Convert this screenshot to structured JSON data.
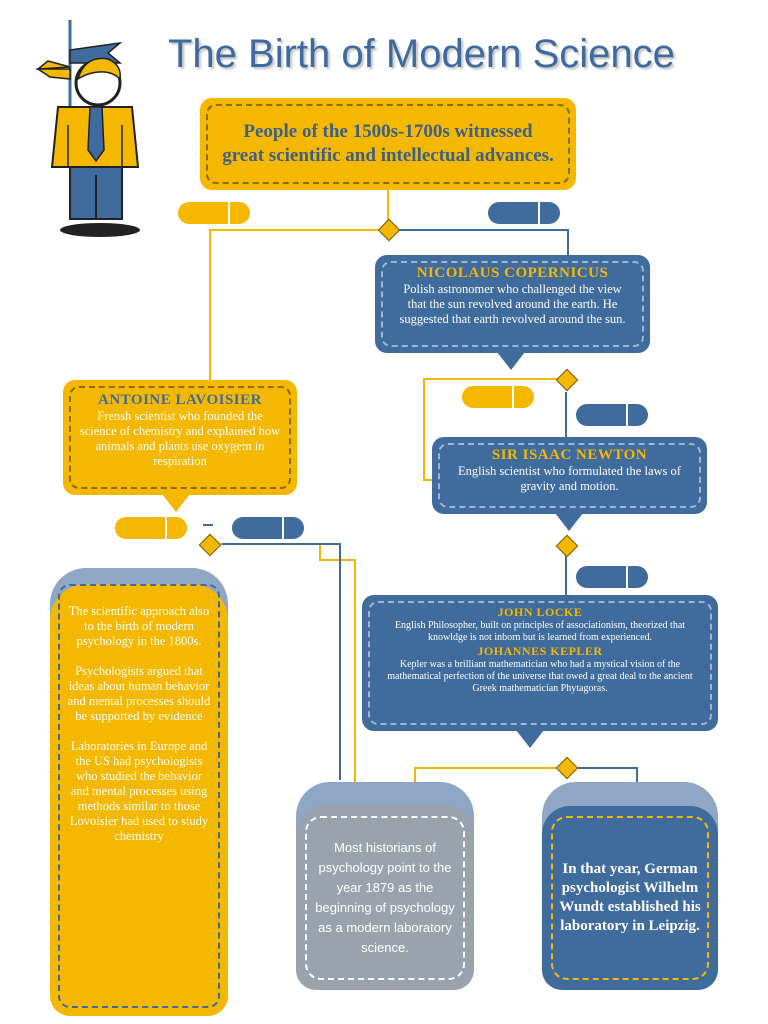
{
  "title": "The Birth of Modern Science",
  "intro": {
    "text": "People of the 1500s-1700s witnessed great scientific and intellectual advances."
  },
  "copernicus": {
    "heading": "NICOLAUS COPERNICUS",
    "text": "Polish astronomer who challenged the view that the sun revolved around the earth. He suggested that earth revolved around the sun."
  },
  "lavoisier": {
    "heading": "ANTOINE LAVOISIER",
    "text": "Frensh scientist who founded the science of chemistry and explained how animals and plants use oxygem in respiration"
  },
  "newton": {
    "heading": "SIR ISAAC NEWTON",
    "text": "English scientist who formulated the laws of gravity and motion."
  },
  "locke_kepler": {
    "locke_heading": "JOHN LOCKE",
    "locke_text": "English Philosopher, built on principles of associationism, theorized that knowldge is not inborn but is learned from experienced.",
    "kepler_heading": "JOHANNES KEPLER",
    "kepler_text": "Kepler was a brilliant mathematician who had a mystical vision of the mathematical perfection of the universe that owed a great deal to the ancient  Greek mathematician Phytagoras."
  },
  "approach": {
    "p1": "The scientific approach also to the birth of modern psychology in the 1800s.",
    "p2": "Psychologists argued that ideas about human behavior and mental processes should be supported by evidence",
    "p3": "Laboratories in Europe and the US had psychologists who studied the behavior and mental processes using methods similar to those Lovoisier had used to study chemistry"
  },
  "historians": {
    "text": "Most historians of psychology point to the year 1879 as the beginning of psychology as a modern laboratory science."
  },
  "wundt": {
    "text": "In that year, German psychologist Wilhelm Wundt established his laboratory in Leipzig."
  },
  "colors": {
    "yellow": "#f5b800",
    "blue": "#3f6b9d",
    "gray": "#9aa3ad",
    "title": "#3e6a9e"
  }
}
